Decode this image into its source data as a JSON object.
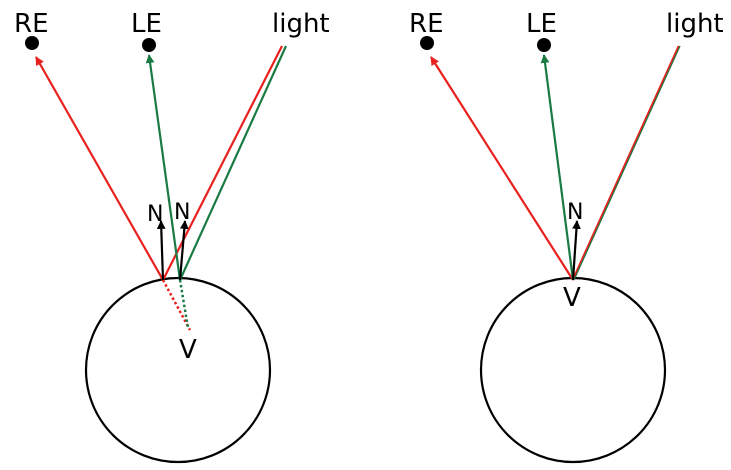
{
  "colors": {
    "right_eye": "#e8201e",
    "left_eye": "#1a7a44",
    "normal": "#000000",
    "outline": "#000000"
  },
  "left_diagram": {
    "right_eye_label": "RE",
    "left_eye_label": "LE",
    "light_label": "light",
    "normal_label_1": "N",
    "normal_label_2": "N",
    "vertex_label": "V"
  },
  "right_diagram": {
    "right_eye_label": "RE",
    "left_eye_label": "LE",
    "light_label": "light",
    "normal_label": "N",
    "vertex_label": "V"
  }
}
